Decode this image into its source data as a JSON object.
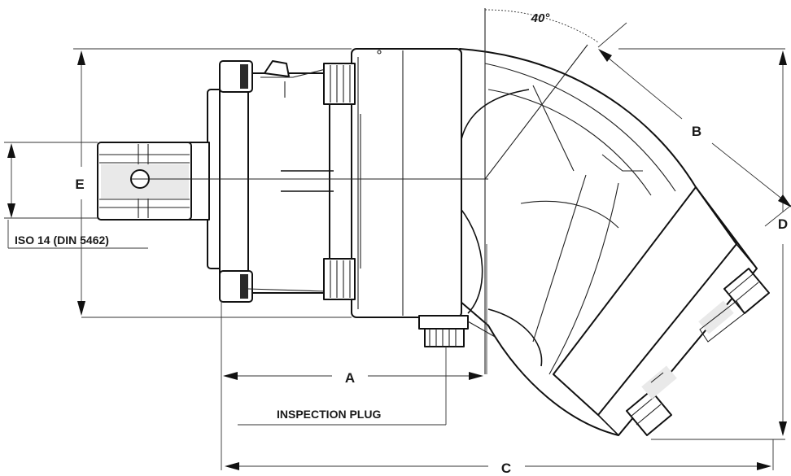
{
  "labels": {
    "A": "A",
    "B": "B",
    "C": "C",
    "D": "D",
    "E": "E",
    "angle": "40°",
    "spline": "ISO 14 (DIN 5462)",
    "plug": "INSPECTION PLUG"
  },
  "colors": {
    "line": "#111111",
    "background": "#ffffff",
    "shade": "#e9e9e9"
  }
}
